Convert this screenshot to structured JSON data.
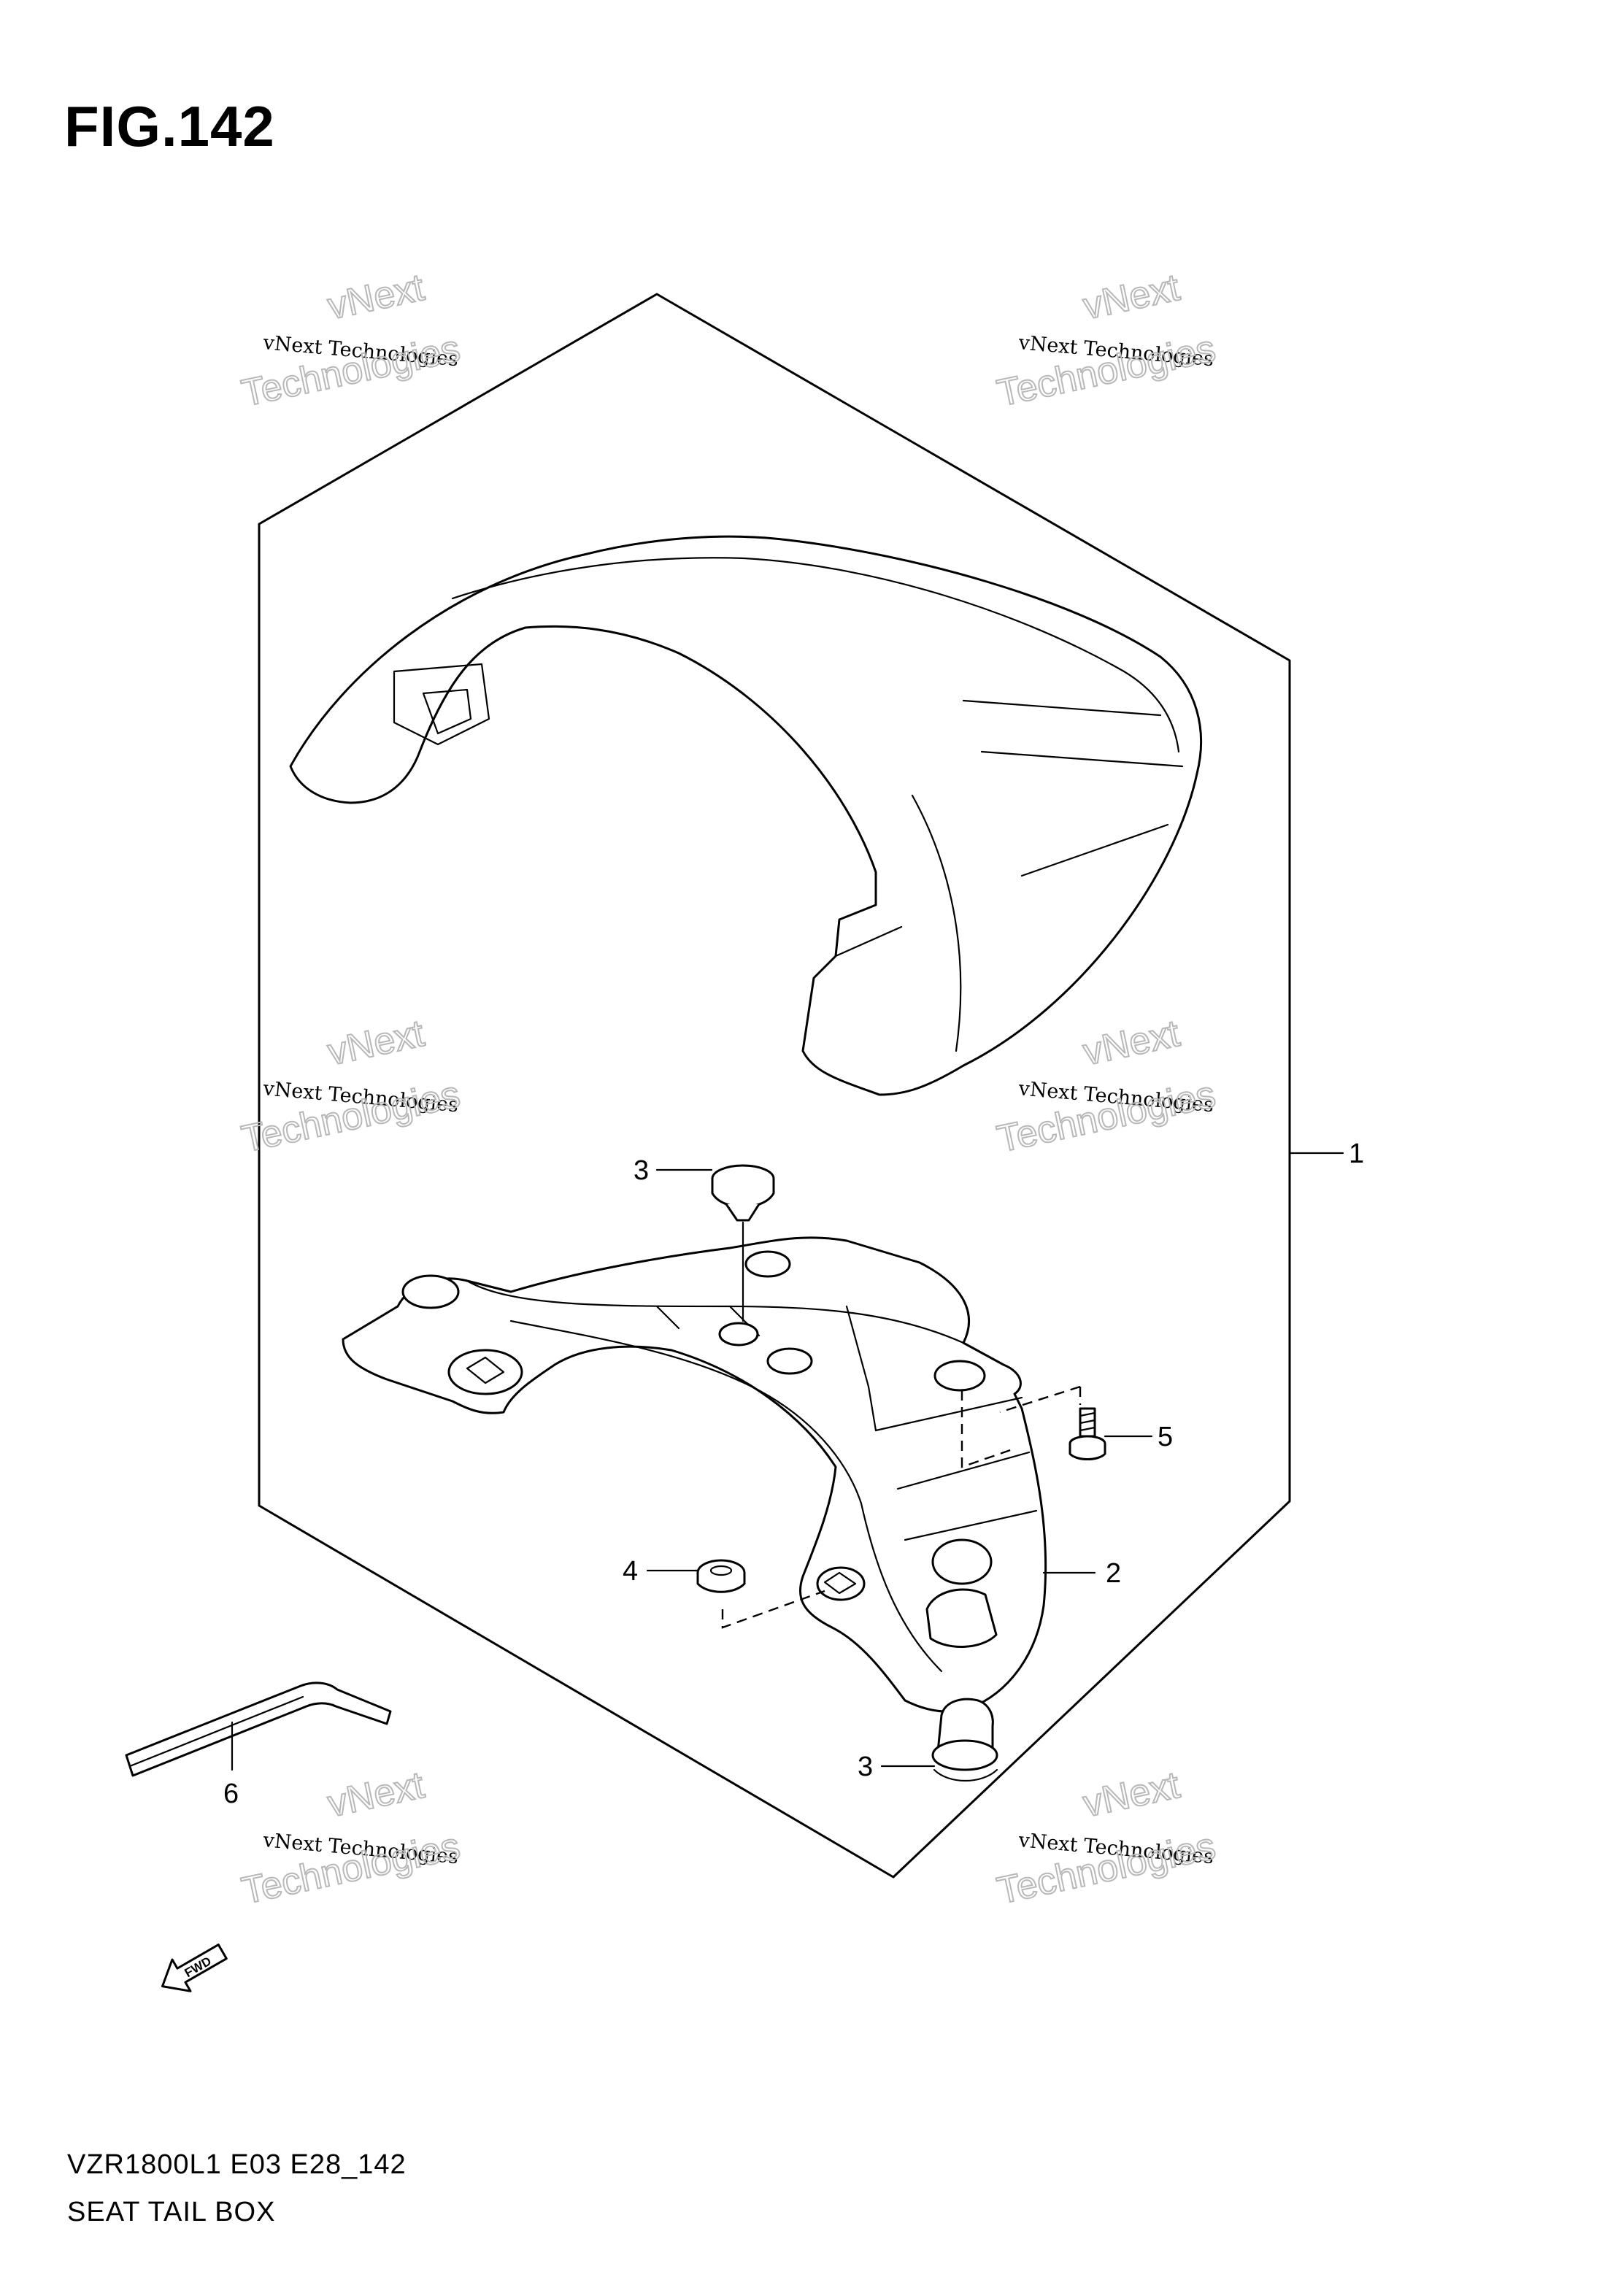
{
  "figure": {
    "title": "FIG.142"
  },
  "callouts": [
    {
      "id": "1",
      "label": "1"
    },
    {
      "id": "2",
      "label": "2"
    },
    {
      "id": "3a",
      "label": "3"
    },
    {
      "id": "3b",
      "label": "3"
    },
    {
      "id": "4",
      "label": "4"
    },
    {
      "id": "5",
      "label": "5"
    },
    {
      "id": "6",
      "label": "6"
    }
  ],
  "watermark": {
    "small": "vNext Technologies",
    "big_top": "vNext",
    "big_bottom": "Technologies"
  },
  "footer": {
    "model_code": "VZR1800L1 E03 E28_142",
    "assembly_name": "SEAT TAIL BOX"
  },
  "fwd_badge": {
    "text": "FWD"
  }
}
